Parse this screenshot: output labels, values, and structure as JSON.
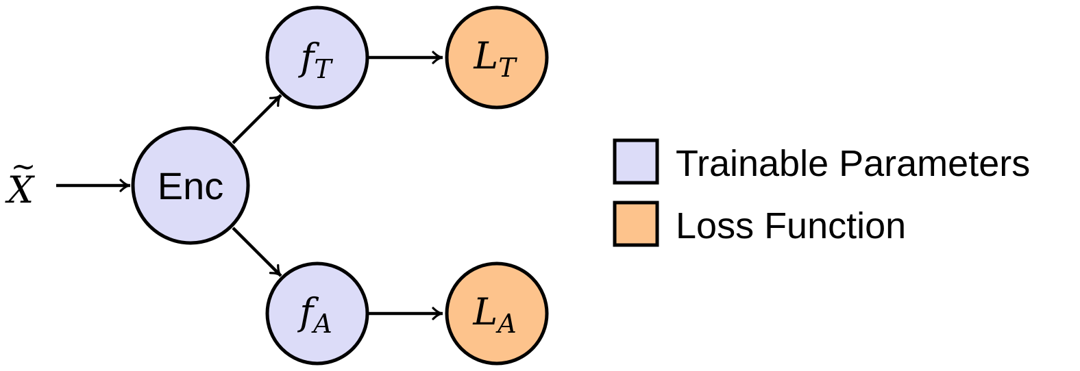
{
  "input": {
    "symbol": "X",
    "accent": "~"
  },
  "nodes": {
    "enc": {
      "label": "Enc",
      "kind": "trainable"
    },
    "f_t": {
      "base": "f",
      "sub": "T",
      "kind": "trainable"
    },
    "f_a": {
      "base": "f",
      "sub": "A",
      "kind": "trainable"
    },
    "l_t": {
      "base": "L",
      "sub": "T",
      "kind": "loss"
    },
    "l_a": {
      "base": "L",
      "sub": "A",
      "kind": "loss"
    }
  },
  "legend": {
    "items": [
      {
        "label": "Trainable Parameters",
        "kind": "trainable"
      },
      {
        "label": "Loss Function",
        "kind": "loss"
      }
    ]
  },
  "colors": {
    "trainable": "#dcdcf8",
    "loss": "#fdc38c",
    "stroke": "#000000"
  }
}
